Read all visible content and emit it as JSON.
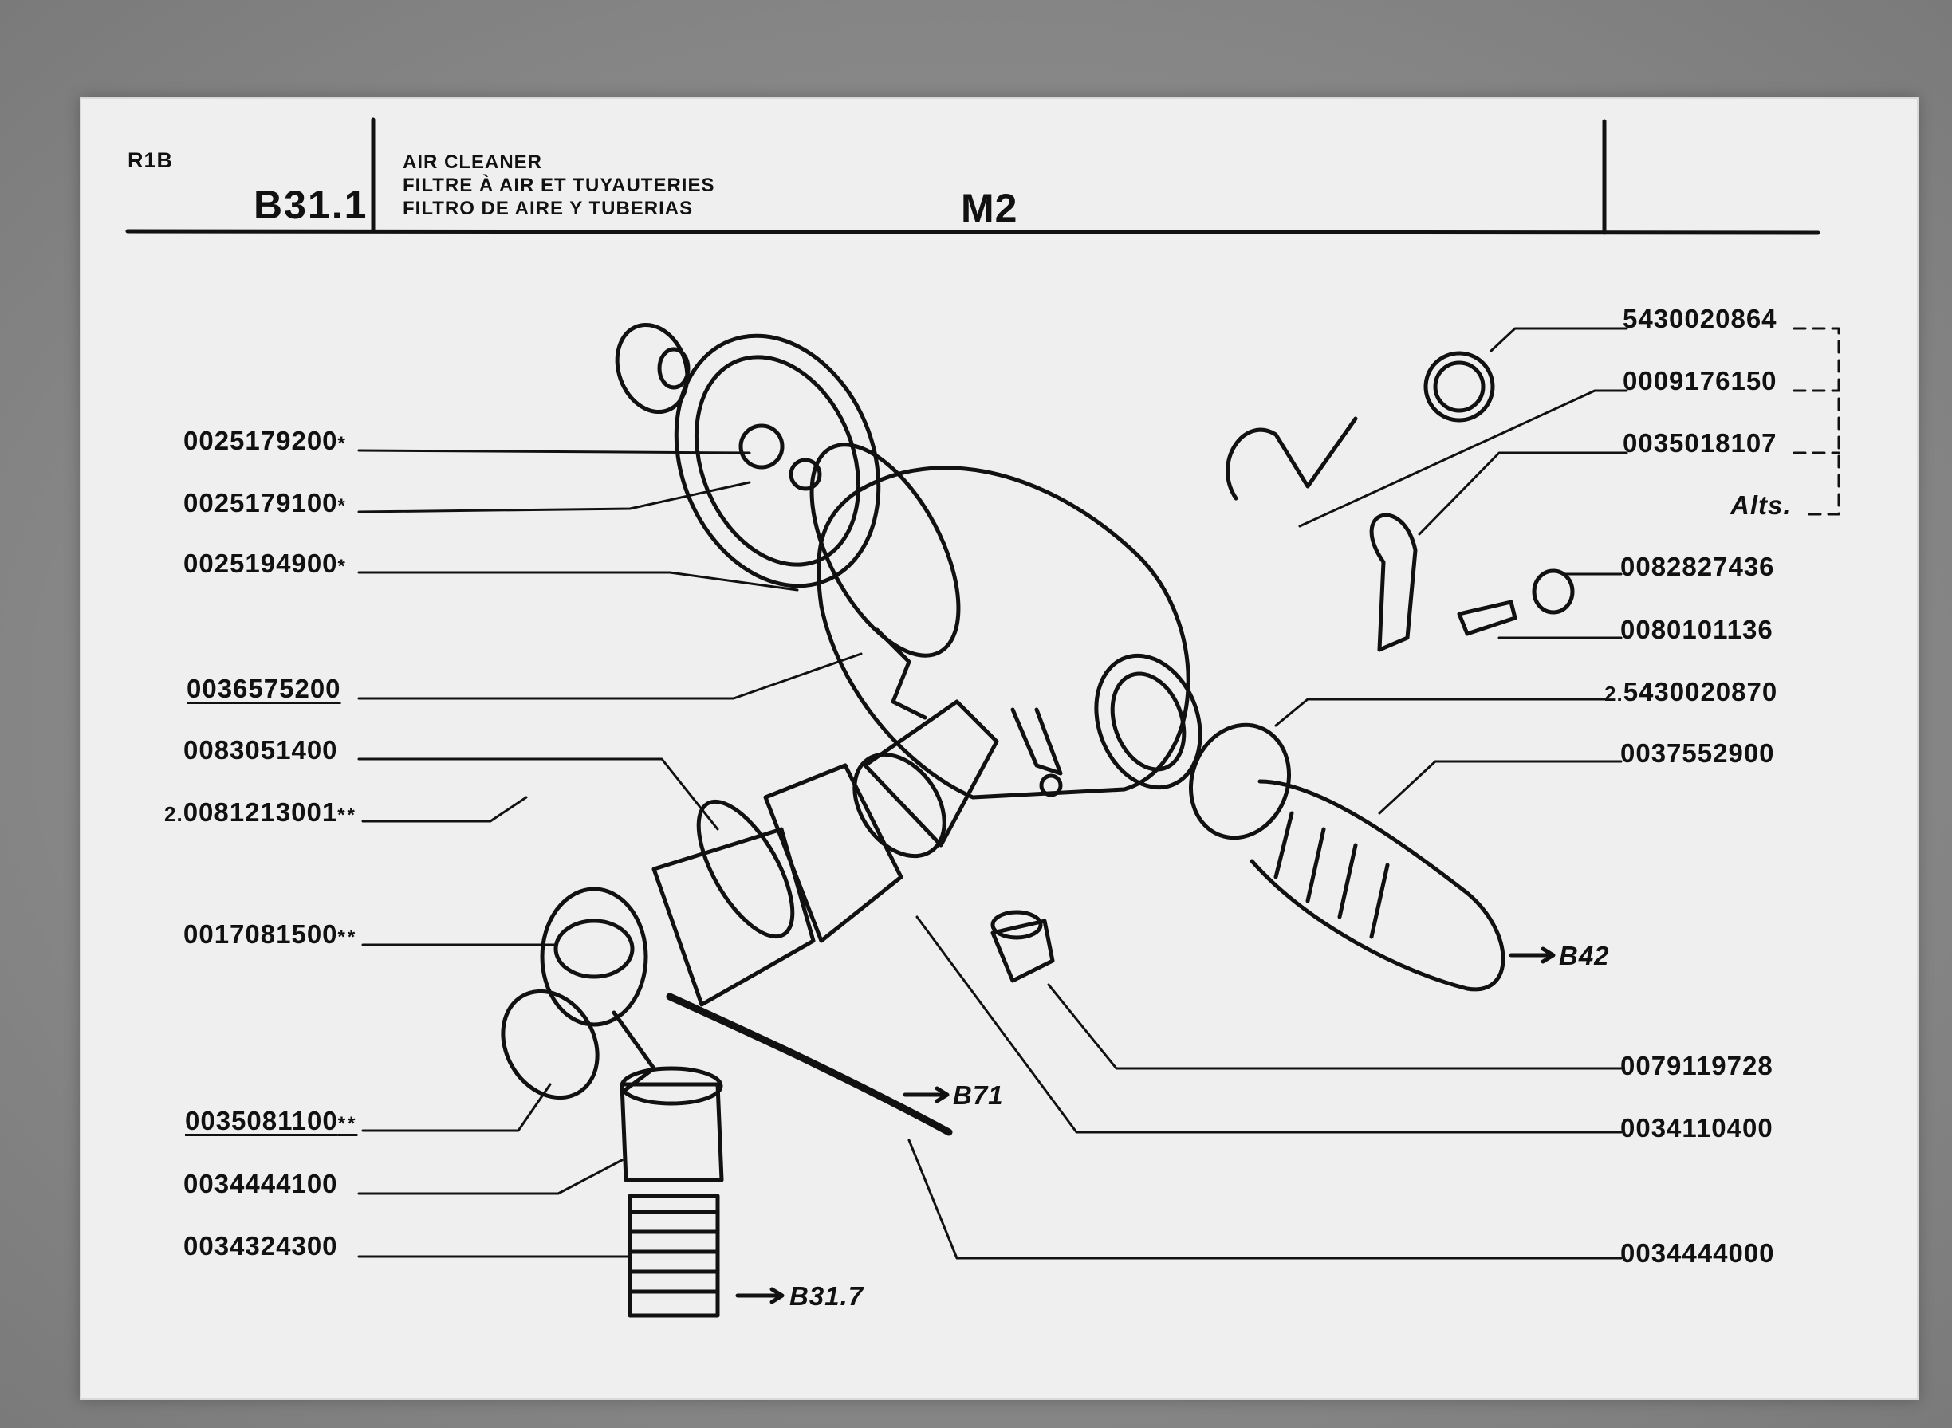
{
  "header": {
    "model": "R1B",
    "group_code": "B31.1",
    "title_en": "AIR CLEANER",
    "title_fr": "FILTRE À AIR ET TUYAUTERIES",
    "title_es": "FILTRO DE AIRE Y TUBERIAS",
    "variant": "M2"
  },
  "parts_left": [
    {
      "number": "0025179200",
      "mark": "*",
      "prefix": ""
    },
    {
      "number": "0025179100",
      "mark": "*",
      "prefix": ""
    },
    {
      "number": "0025194900",
      "mark": "*",
      "prefix": ""
    },
    {
      "number": "0036575200",
      "mark": "",
      "prefix": ""
    },
    {
      "number": "0083051400",
      "mark": "",
      "prefix": ""
    },
    {
      "number": "0081213001",
      "mark": "**",
      "prefix": "2."
    },
    {
      "number": "0017081500",
      "mark": "**",
      "prefix": ""
    },
    {
      "number": "0035081100",
      "mark": "**",
      "prefix": ""
    },
    {
      "number": "0034444100",
      "mark": "",
      "prefix": ""
    },
    {
      "number": "0034324300",
      "mark": "",
      "prefix": ""
    }
  ],
  "parts_right": [
    {
      "number": "5430020864",
      "prefix": ""
    },
    {
      "number": "0009176150",
      "prefix": ""
    },
    {
      "number": "0035018107",
      "prefix": ""
    },
    {
      "number": "Alts.",
      "prefix": ""
    },
    {
      "number": "0082827436",
      "prefix": ""
    },
    {
      "number": "0080101136",
      "prefix": ""
    },
    {
      "number": "5430020870",
      "prefix": "2."
    },
    {
      "number": "0037552900",
      "prefix": ""
    },
    {
      "number": "0079119728",
      "prefix": ""
    },
    {
      "number": "0034110400",
      "prefix": ""
    },
    {
      "number": "0034444000",
      "prefix": ""
    }
  ],
  "references": {
    "b42": "B42",
    "b71": "B71",
    "b317": "B31.7"
  },
  "colors": {
    "ink": "#111111",
    "paper": "#efefef",
    "background": "#8c8c8c"
  }
}
